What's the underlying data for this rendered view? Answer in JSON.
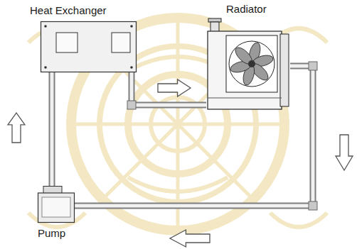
{
  "diagram": {
    "nodes": [
      {
        "text": [
          "Heat Exchanger"
        ]
      },
      {
        "text": [
          "Radiator"
        ]
      },
      {
        "text": [
          "Pump"
        ]
      }
    ],
    "edges": [
      {
        "from": 0,
        "to": 1,
        "arrow": "to"
      },
      {
        "from": 1,
        "to": 2,
        "arrow": "to"
      },
      {
        "from": 2,
        "to": 0,
        "arrow": "to"
      }
    ]
  }
}
